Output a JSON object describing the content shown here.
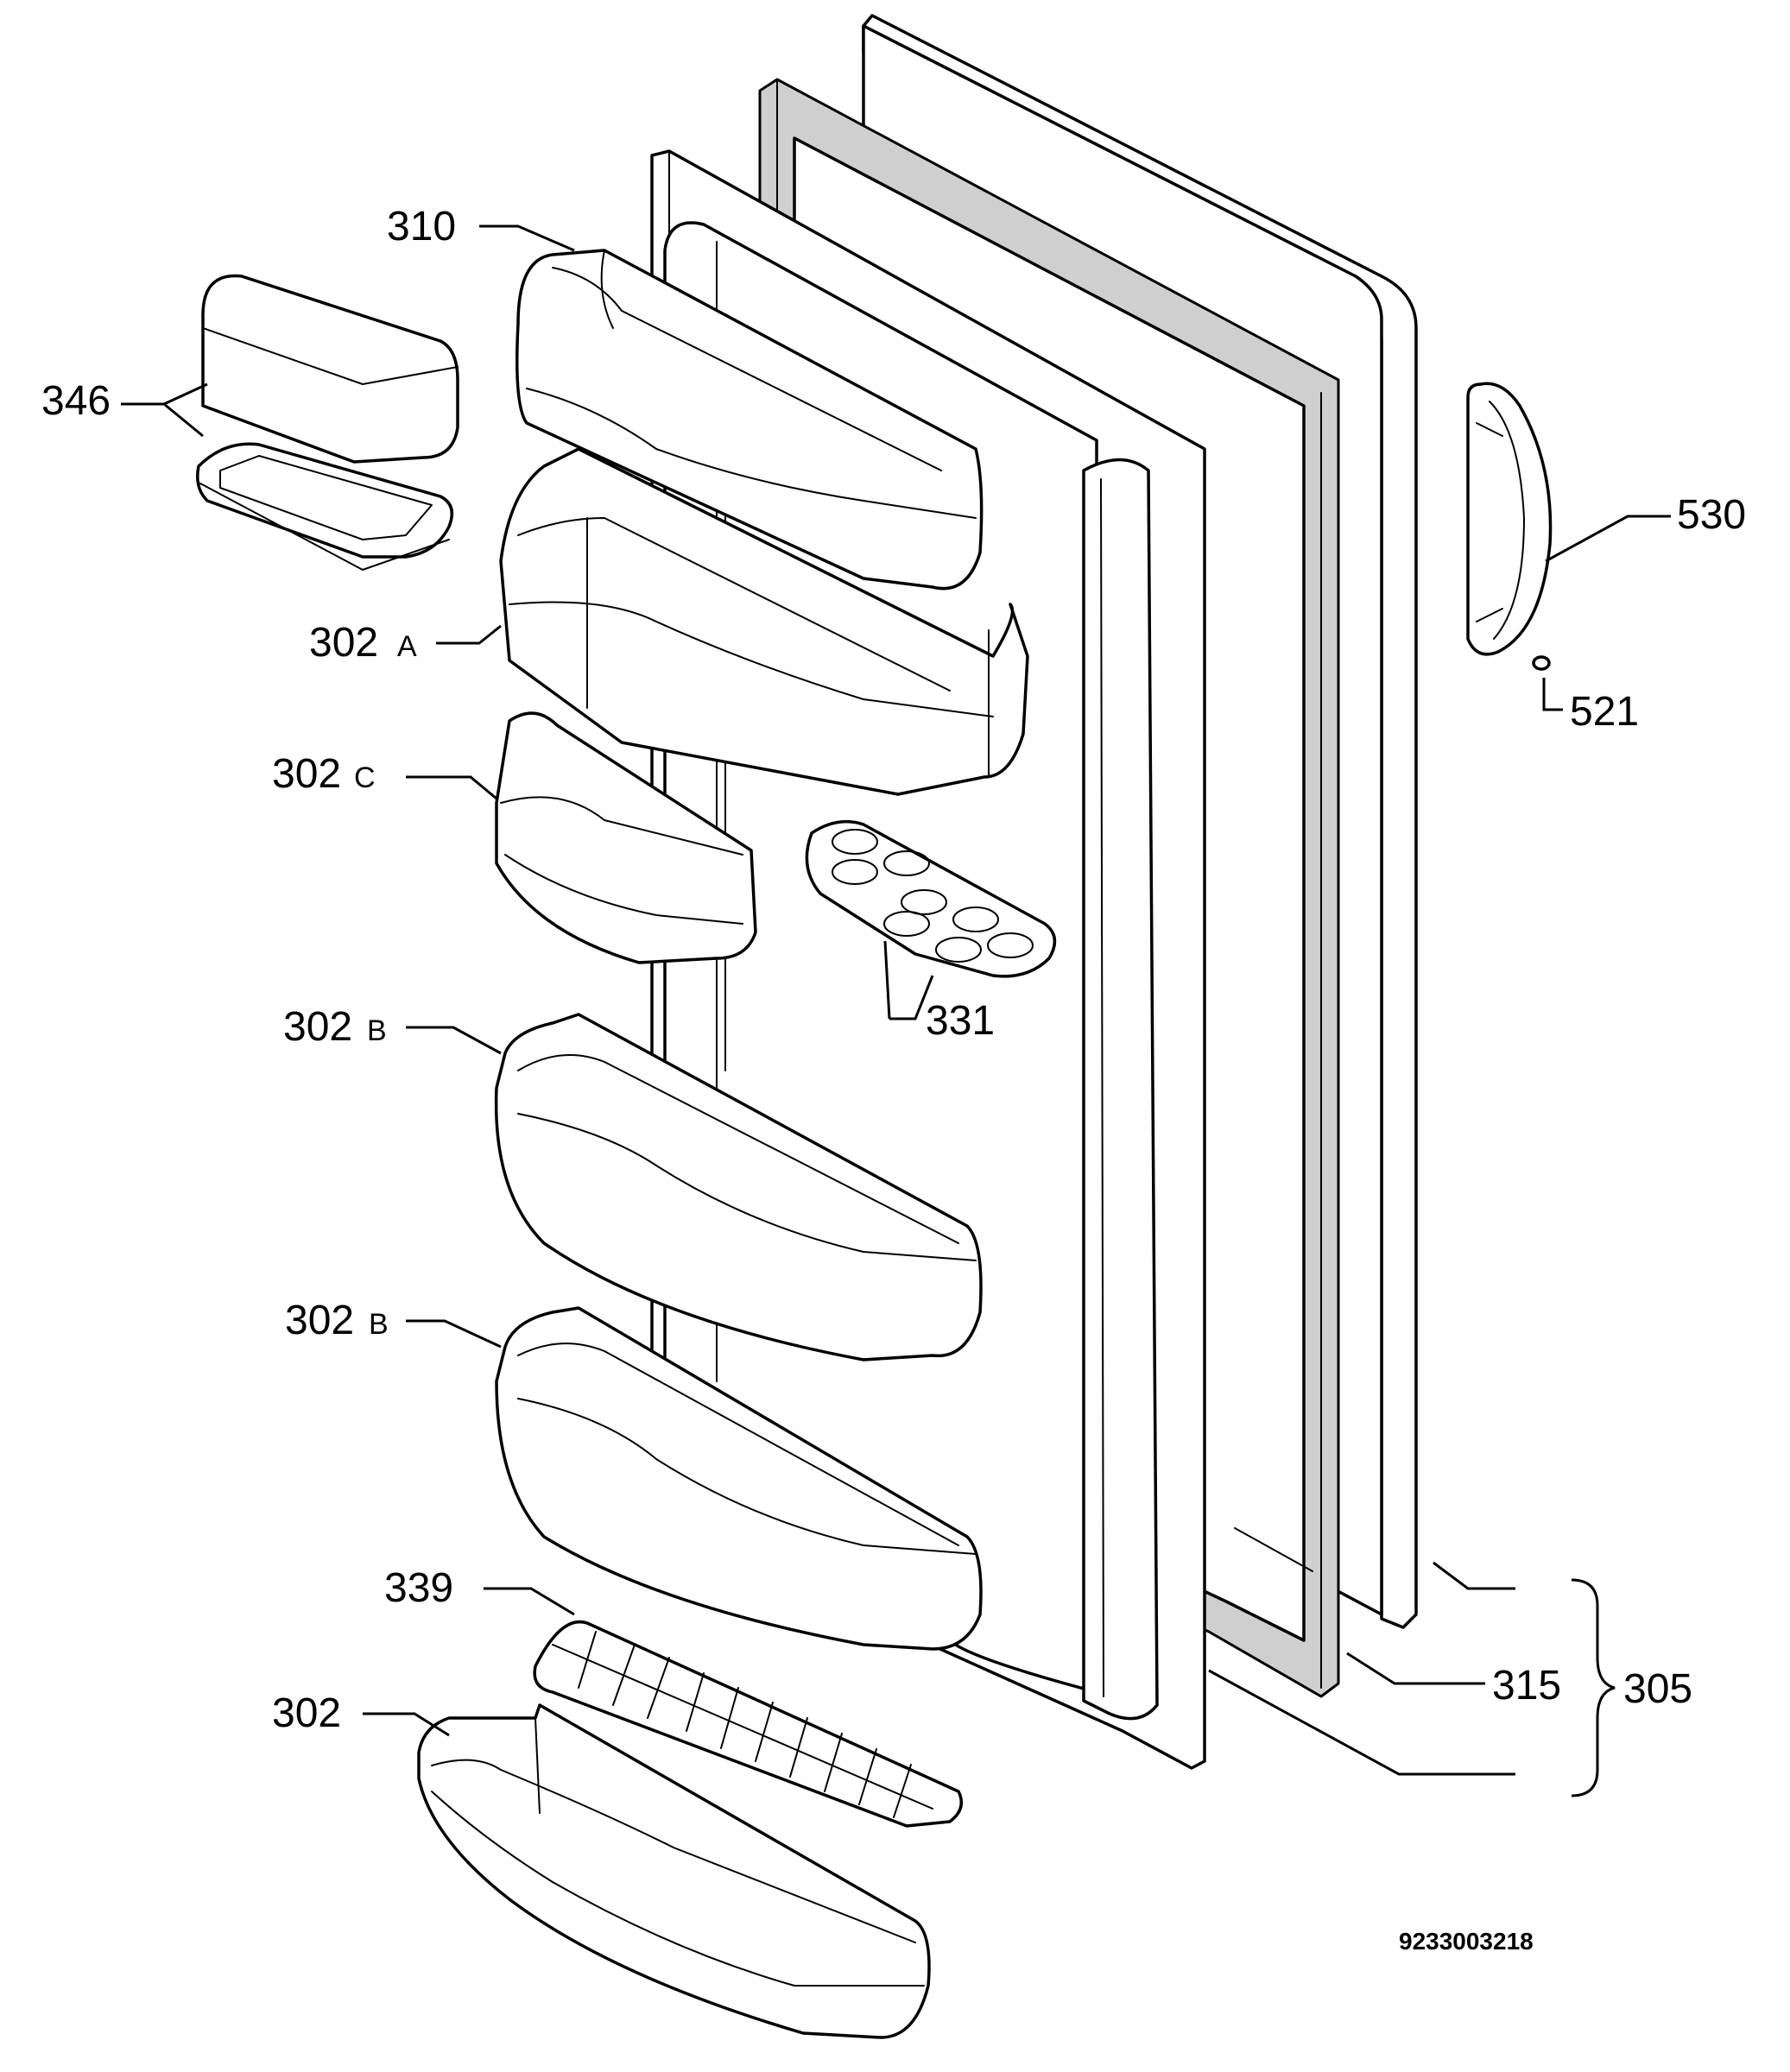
{
  "diagram": {
    "labels": {
      "l310": "310",
      "l346": "346",
      "l302a_num": "302",
      "l302a_let": "A",
      "l302c_num": "302",
      "l302c_let": "C",
      "l331": "331",
      "l302b1_num": "302",
      "l302b1_let": "B",
      "l302b2_num": "302",
      "l302b2_let": "B",
      "l339": "339",
      "l302": "302",
      "l530": "530",
      "l521": "521",
      "l315": "315",
      "l305": "305"
    },
    "drawing_code": "9233003218"
  }
}
